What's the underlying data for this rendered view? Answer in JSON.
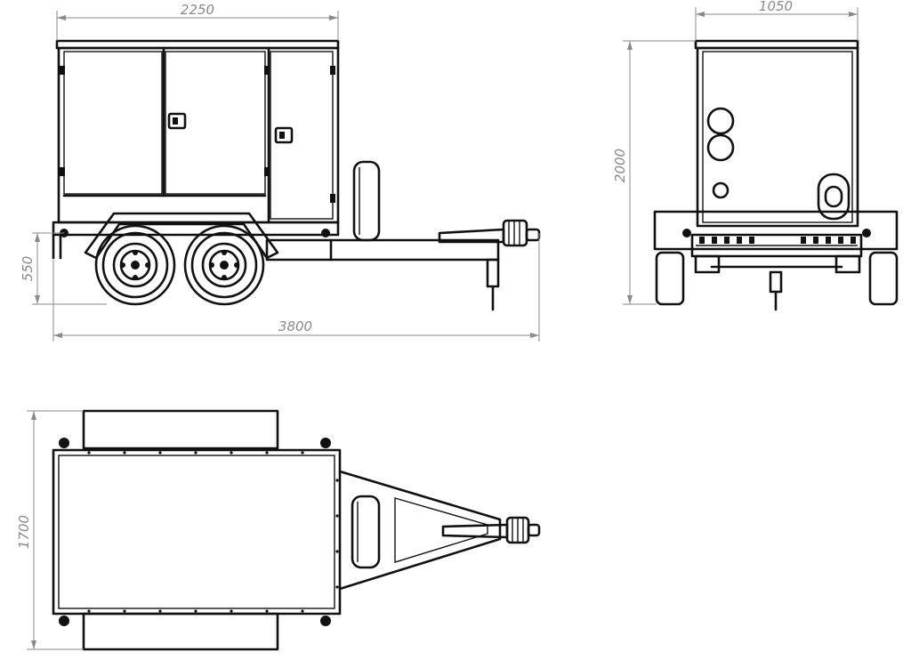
{
  "dimensions": {
    "side_box_width": "2250",
    "side_clearance_height": "550",
    "side_total_length": "3800",
    "rear_width": "1050",
    "rear_total_height": "2000",
    "top_total_width": "1700"
  },
  "colors": {
    "line": "#111111",
    "dimension": "#8a8a8a",
    "background": "#ffffff"
  }
}
